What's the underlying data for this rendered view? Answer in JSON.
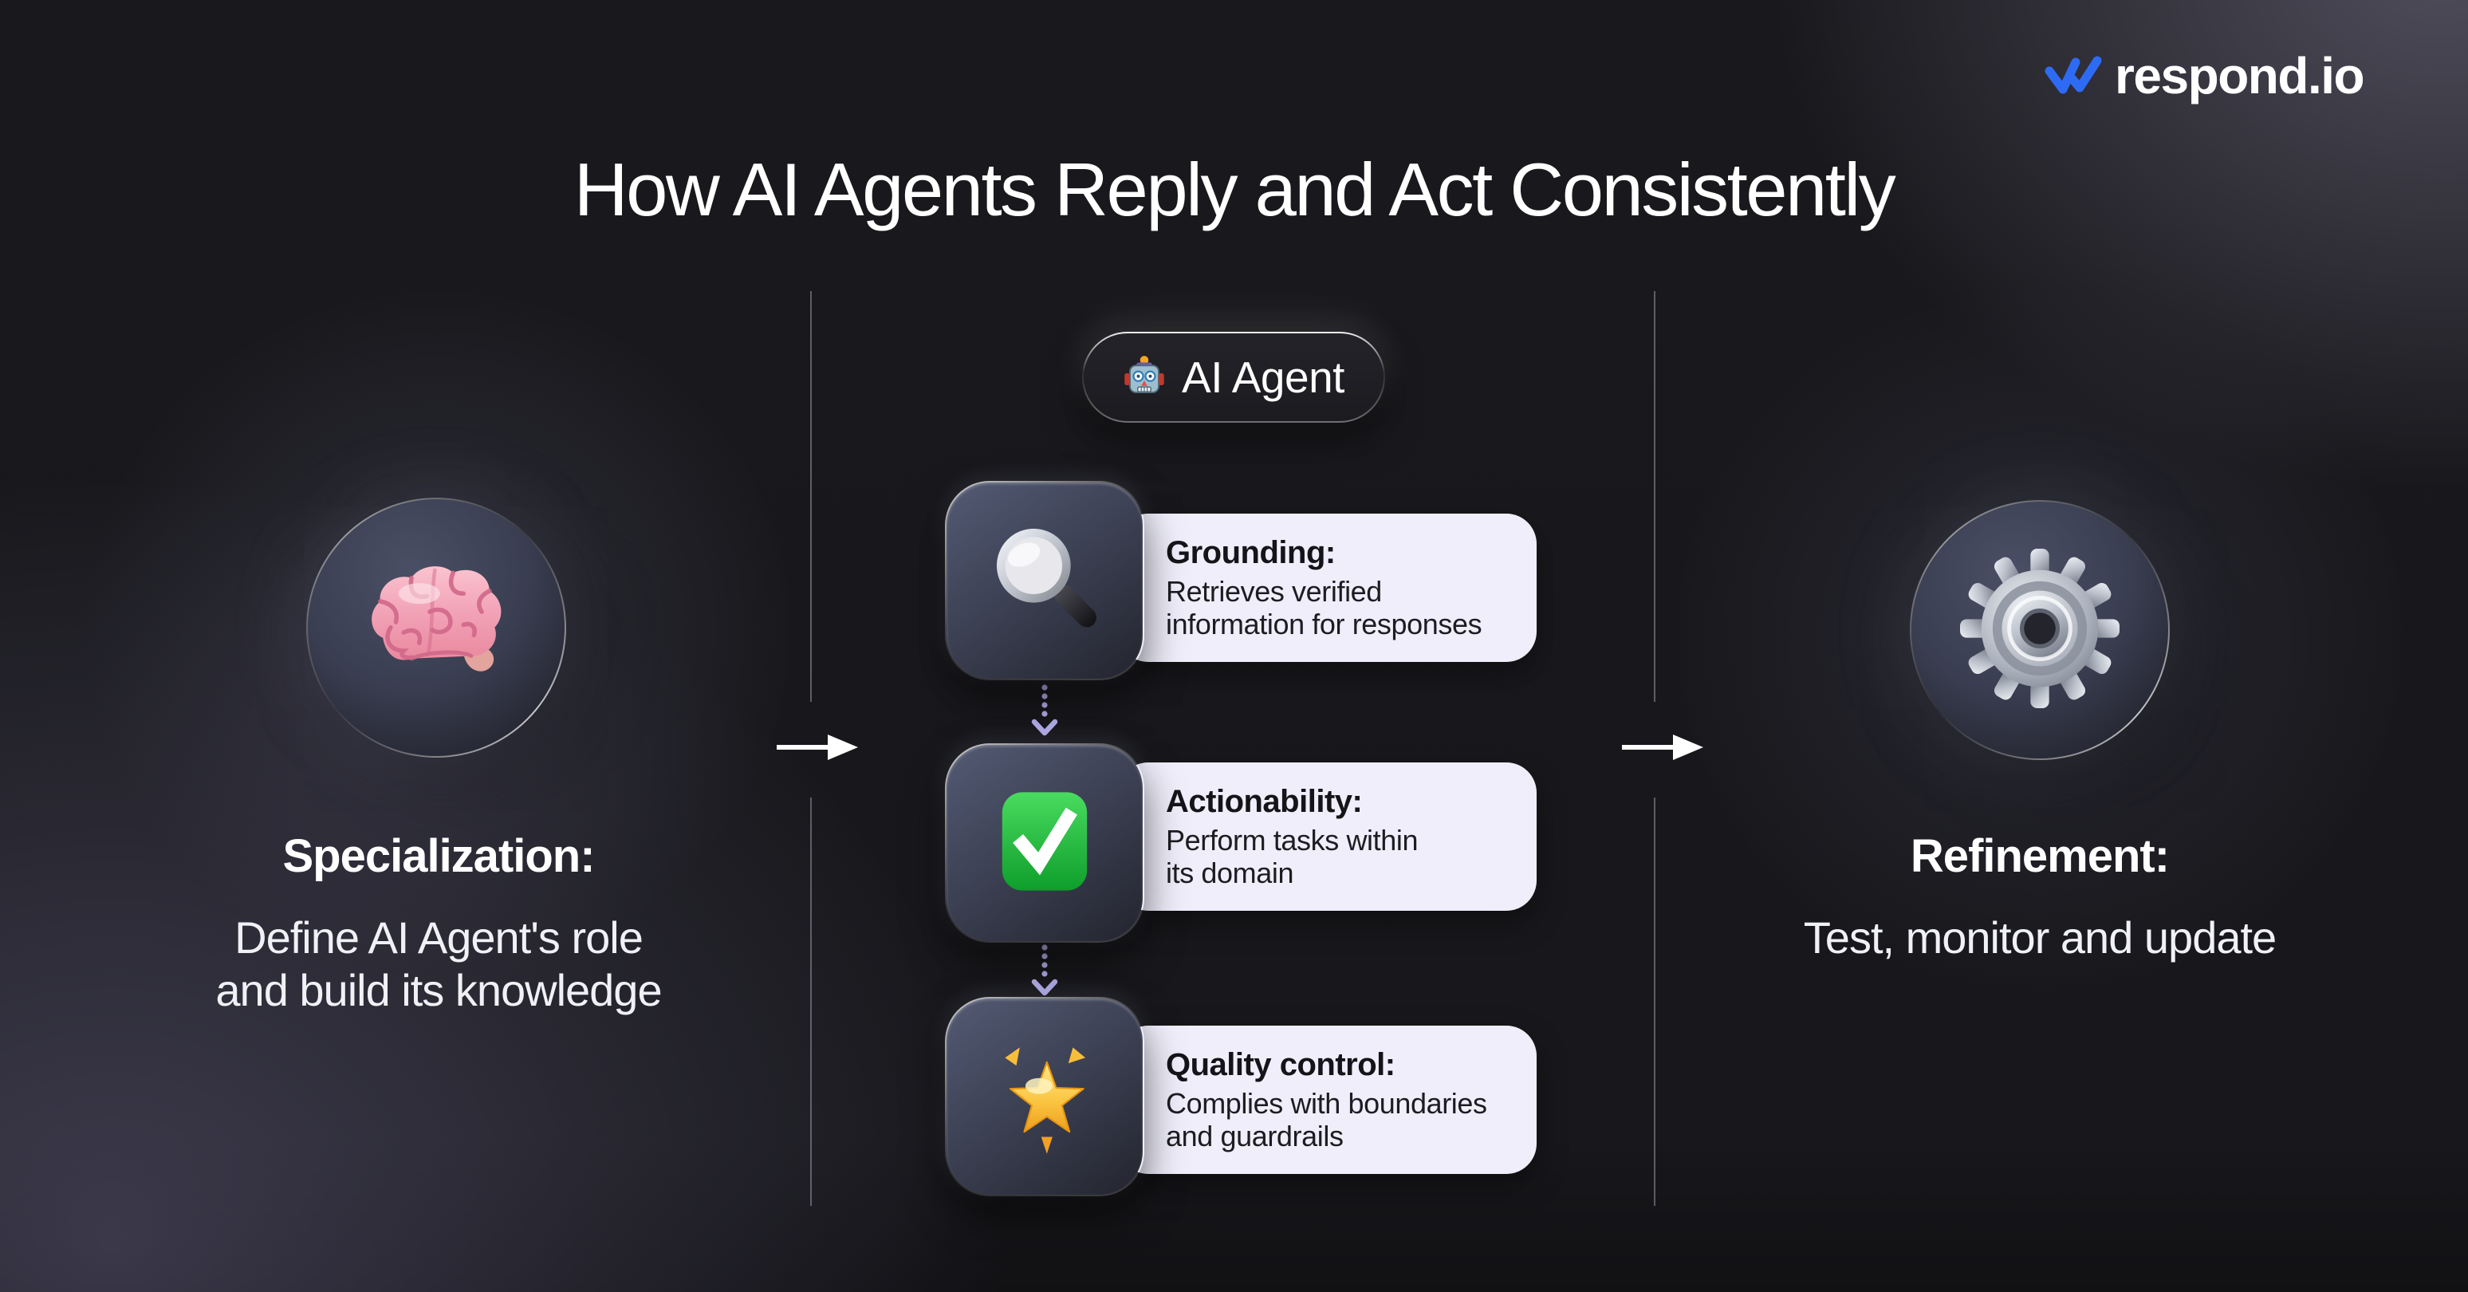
{
  "page": {
    "title": "How AI Agents Reply and Act Consistently"
  },
  "logo": {
    "text": "respond.io",
    "icon": "double-check-icon",
    "accent_color": "#2E6BF5"
  },
  "flow": {
    "agent_pill": {
      "icon": "robot-icon",
      "label": "AI Agent"
    },
    "steps": [
      {
        "icon": "magnifier-icon",
        "heading": "Grounding:",
        "lines": [
          "Retrieves verified",
          "information for responses"
        ]
      },
      {
        "icon": "check-square-icon",
        "heading": "Actionability:",
        "lines": [
          "Perform tasks within",
          "its domain"
        ]
      },
      {
        "icon": "glowing-star-icon",
        "heading": "Quality control:",
        "lines": [
          "Complies with boundaries",
          "and guardrails"
        ]
      }
    ]
  },
  "left_section": {
    "icon": "brain-icon",
    "label": "Specialization:",
    "lines": [
      "Define AI Agent's role",
      "and build its knowledge"
    ]
  },
  "right_section": {
    "icon": "gear-icon",
    "label": "Refinement:",
    "lines": [
      "Test, monitor and update"
    ]
  },
  "colors": {
    "background": "#18181B",
    "card_background": "#EFEEFA",
    "card_text": "#141419",
    "tile_top": "#535A73",
    "tile_bottom": "#23242E",
    "connector_dots": "#B6B1EF",
    "divider": "#8F8F99",
    "accent_blue": "#2E6BF5",
    "heading_text": "#FFFFFF"
  }
}
